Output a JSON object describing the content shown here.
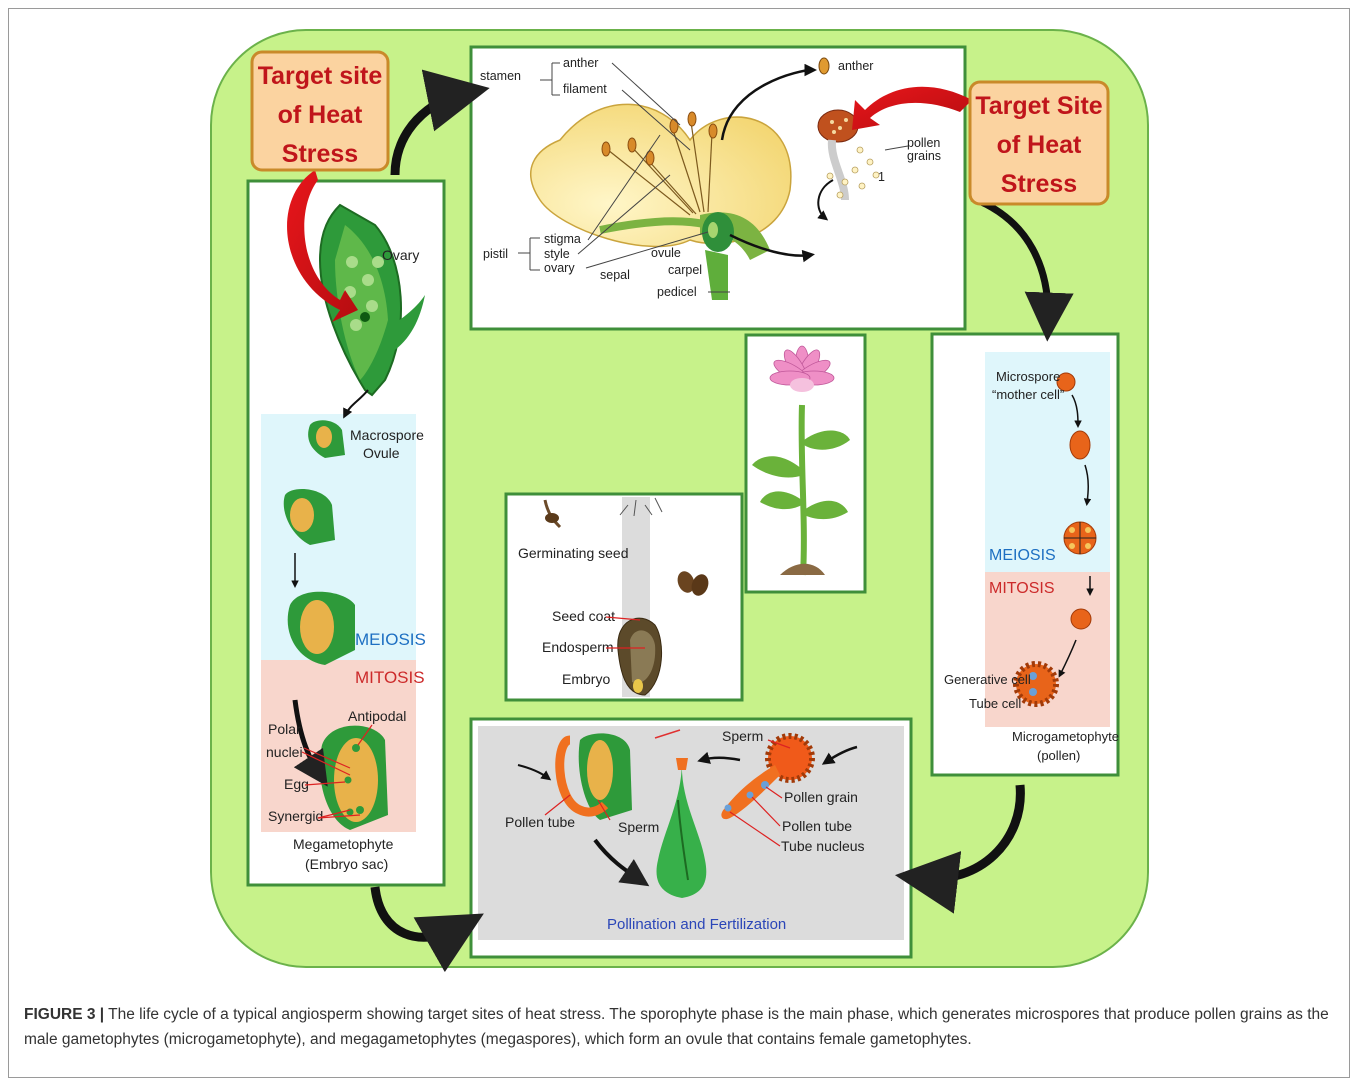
{
  "target_left": {
    "l1": "Target site",
    "l2": "of Heat",
    "l3": "Stress"
  },
  "target_right": {
    "l1": "Target Site",
    "l2": "of Heat",
    "l3": "Stress"
  },
  "flower": {
    "stamen": "stamen",
    "anther": "anther",
    "filament": "filament",
    "pistil": "pistil",
    "stigma": "stigma",
    "style": "style",
    "ovary": "ovary",
    "sepal": "sepal",
    "ovule": "ovule",
    "carpel": "carpel",
    "pedicel": "pedicel",
    "anther2": "anther",
    "pollen1": "pollen",
    "pollen2": "grains",
    "num": "1"
  },
  "female": {
    "ovary": "Ovary",
    "macro1": "Macrospore",
    "macro2": "Ovule",
    "meiosis": "MEIOSIS",
    "mitosis": "MITOSIS",
    "polar1": "Polar",
    "polar2": "nuclei",
    "antipodal": "Antipodal",
    "egg": "Egg",
    "synergid": "Synergid",
    "mega1": "Megametophyte",
    "mega2": "(Embryo sac)"
  },
  "male": {
    "micro1": "Microspore",
    "micro2": "“mother cell”",
    "meiosis": "MEIOSIS",
    "mitosis": "MITOSIS",
    "generative": "Generative cell",
    "tube": "Tube cell",
    "micro3": "Microgametophyte",
    "micro4": "(pollen)"
  },
  "seed": {
    "germ": "Germinating seed",
    "coat": "Seed coat",
    "endosperm": "Endosperm",
    "embryo": "Embryo"
  },
  "pollination": {
    "sperm_top": "Sperm",
    "pollen_grain": "Pollen grain",
    "pollen_tube_r": "Pollen tube",
    "tube_nucleus": "Tube nucleus",
    "pollen_tube_l": "Pollen tube",
    "sperm_l": "Sperm",
    "title": "Pollination and Fertilization"
  },
  "caption": {
    "label": "FIGURE 3 |",
    "text": " The life cycle of a typical angiosperm showing target sites of heat stress. The sporophyte phase is the main phase, which generates microspores that produce pollen grains as the male gametophytes (microgametophyte), and megagametophytes (megaspores), which form an ovule that contains female gametophytes."
  },
  "colors": {
    "background_green": "#c7f28a",
    "panel_border": "#3f8f3a",
    "target_box": "#fbd3a0",
    "target_text": "#c0151b",
    "meiosis_bg": "#dff6fb",
    "mitosis_bg": "#f8d6cc",
    "meiosis_text": "#1d6fc2",
    "mitosis_text": "#cc2a2a"
  }
}
